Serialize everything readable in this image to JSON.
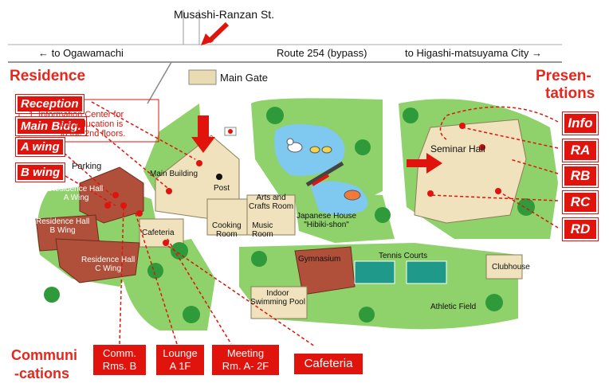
{
  "top": {
    "street": "Musashi-Ranzan St.",
    "left_dir": "← to Ogawamachi",
    "route": "Route 254 (bypass)",
    "right_dir": "to Higashi-matsuyama City →"
  },
  "headings": {
    "residence": "Residence",
    "presentations_1": "Presen-",
    "presentations_2": "tations",
    "communications_1": "Communi",
    "communications_2": "-cations"
  },
  "residence_tags": [
    "Reception",
    "Main Bldg.",
    "A wing",
    "B wing"
  ],
  "presentation_tags": [
    "Info",
    "RA",
    "RB",
    "RC",
    "RD"
  ],
  "info_note": [
    "1. Information Center for",
    "the Education is",
    "in the 2nd floors."
  ],
  "bottom_boxes": [
    {
      "line1": "Comm.",
      "line2": "Rms. B"
    },
    {
      "line1": "Lounge",
      "line2": "A 1F"
    },
    {
      "line1": "Meeting",
      "line2": "Rm. A- 2F"
    },
    {
      "line1": "Cafeteria",
      "line2": ""
    }
  ],
  "map_labels": {
    "main_gate": "Main Gate",
    "seminar_hall": "Seminar Hall",
    "parking": "Parking",
    "main_building": "Main Building",
    "post": "Post",
    "arts_crafts_1": "Arts and",
    "arts_crafts_2": "Crafts Room",
    "japanese_house_1": "Japanese House",
    "japanese_house_2": "\"Hibiki-shon\"",
    "res_a_1": "Residence Hall",
    "res_a_2": "A Wing",
    "res_b_1": "Residence Hall",
    "res_b_2": "B Wing",
    "res_c_1": "Residence Hall",
    "res_c_2": "C Wing",
    "cafeteria": "Cafeteria",
    "cooking_1": "Cooking",
    "cooking_2": "Room",
    "music_1": "Music",
    "music_2": "Room",
    "gymnasium": "Gymnasium",
    "tennis": "Tennis Courts",
    "clubhouse": "Clubhouse",
    "indoor_pool_1": "Indoor",
    "indoor_pool_2": "Swimming Pool",
    "athletic": "Athletic Field"
  },
  "colors": {
    "accent_red": "#e0140c",
    "grass": "#8fd16a",
    "road": "#ffffff",
    "outline": "#6c6c6c"
  }
}
